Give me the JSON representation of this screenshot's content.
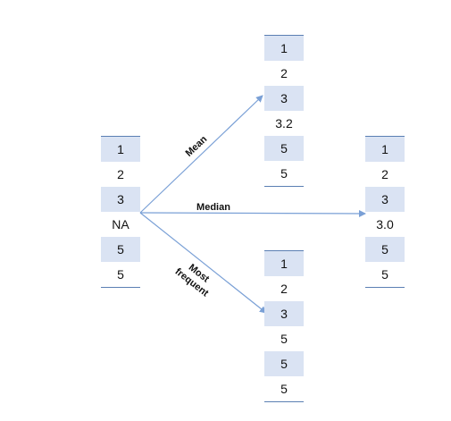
{
  "columns": {
    "original": [
      "1",
      "2",
      "3",
      "NA",
      "5",
      "5"
    ],
    "mean": [
      "1",
      "2",
      "3",
      "3.2",
      "5",
      "5"
    ],
    "median": [
      "1",
      "2",
      "3",
      "3.0",
      "5",
      "5"
    ],
    "most_frequent": [
      "1",
      "2",
      "3",
      "5",
      "5",
      "5"
    ]
  },
  "labels": {
    "mean": "Mean",
    "median": "Median",
    "most_frequent_line1": "Most",
    "most_frequent_line2": "frequent"
  },
  "colors": {
    "shade": "#dae3f3",
    "arrow": "#7aa0d6",
    "rule": "#5b7fb3"
  }
}
